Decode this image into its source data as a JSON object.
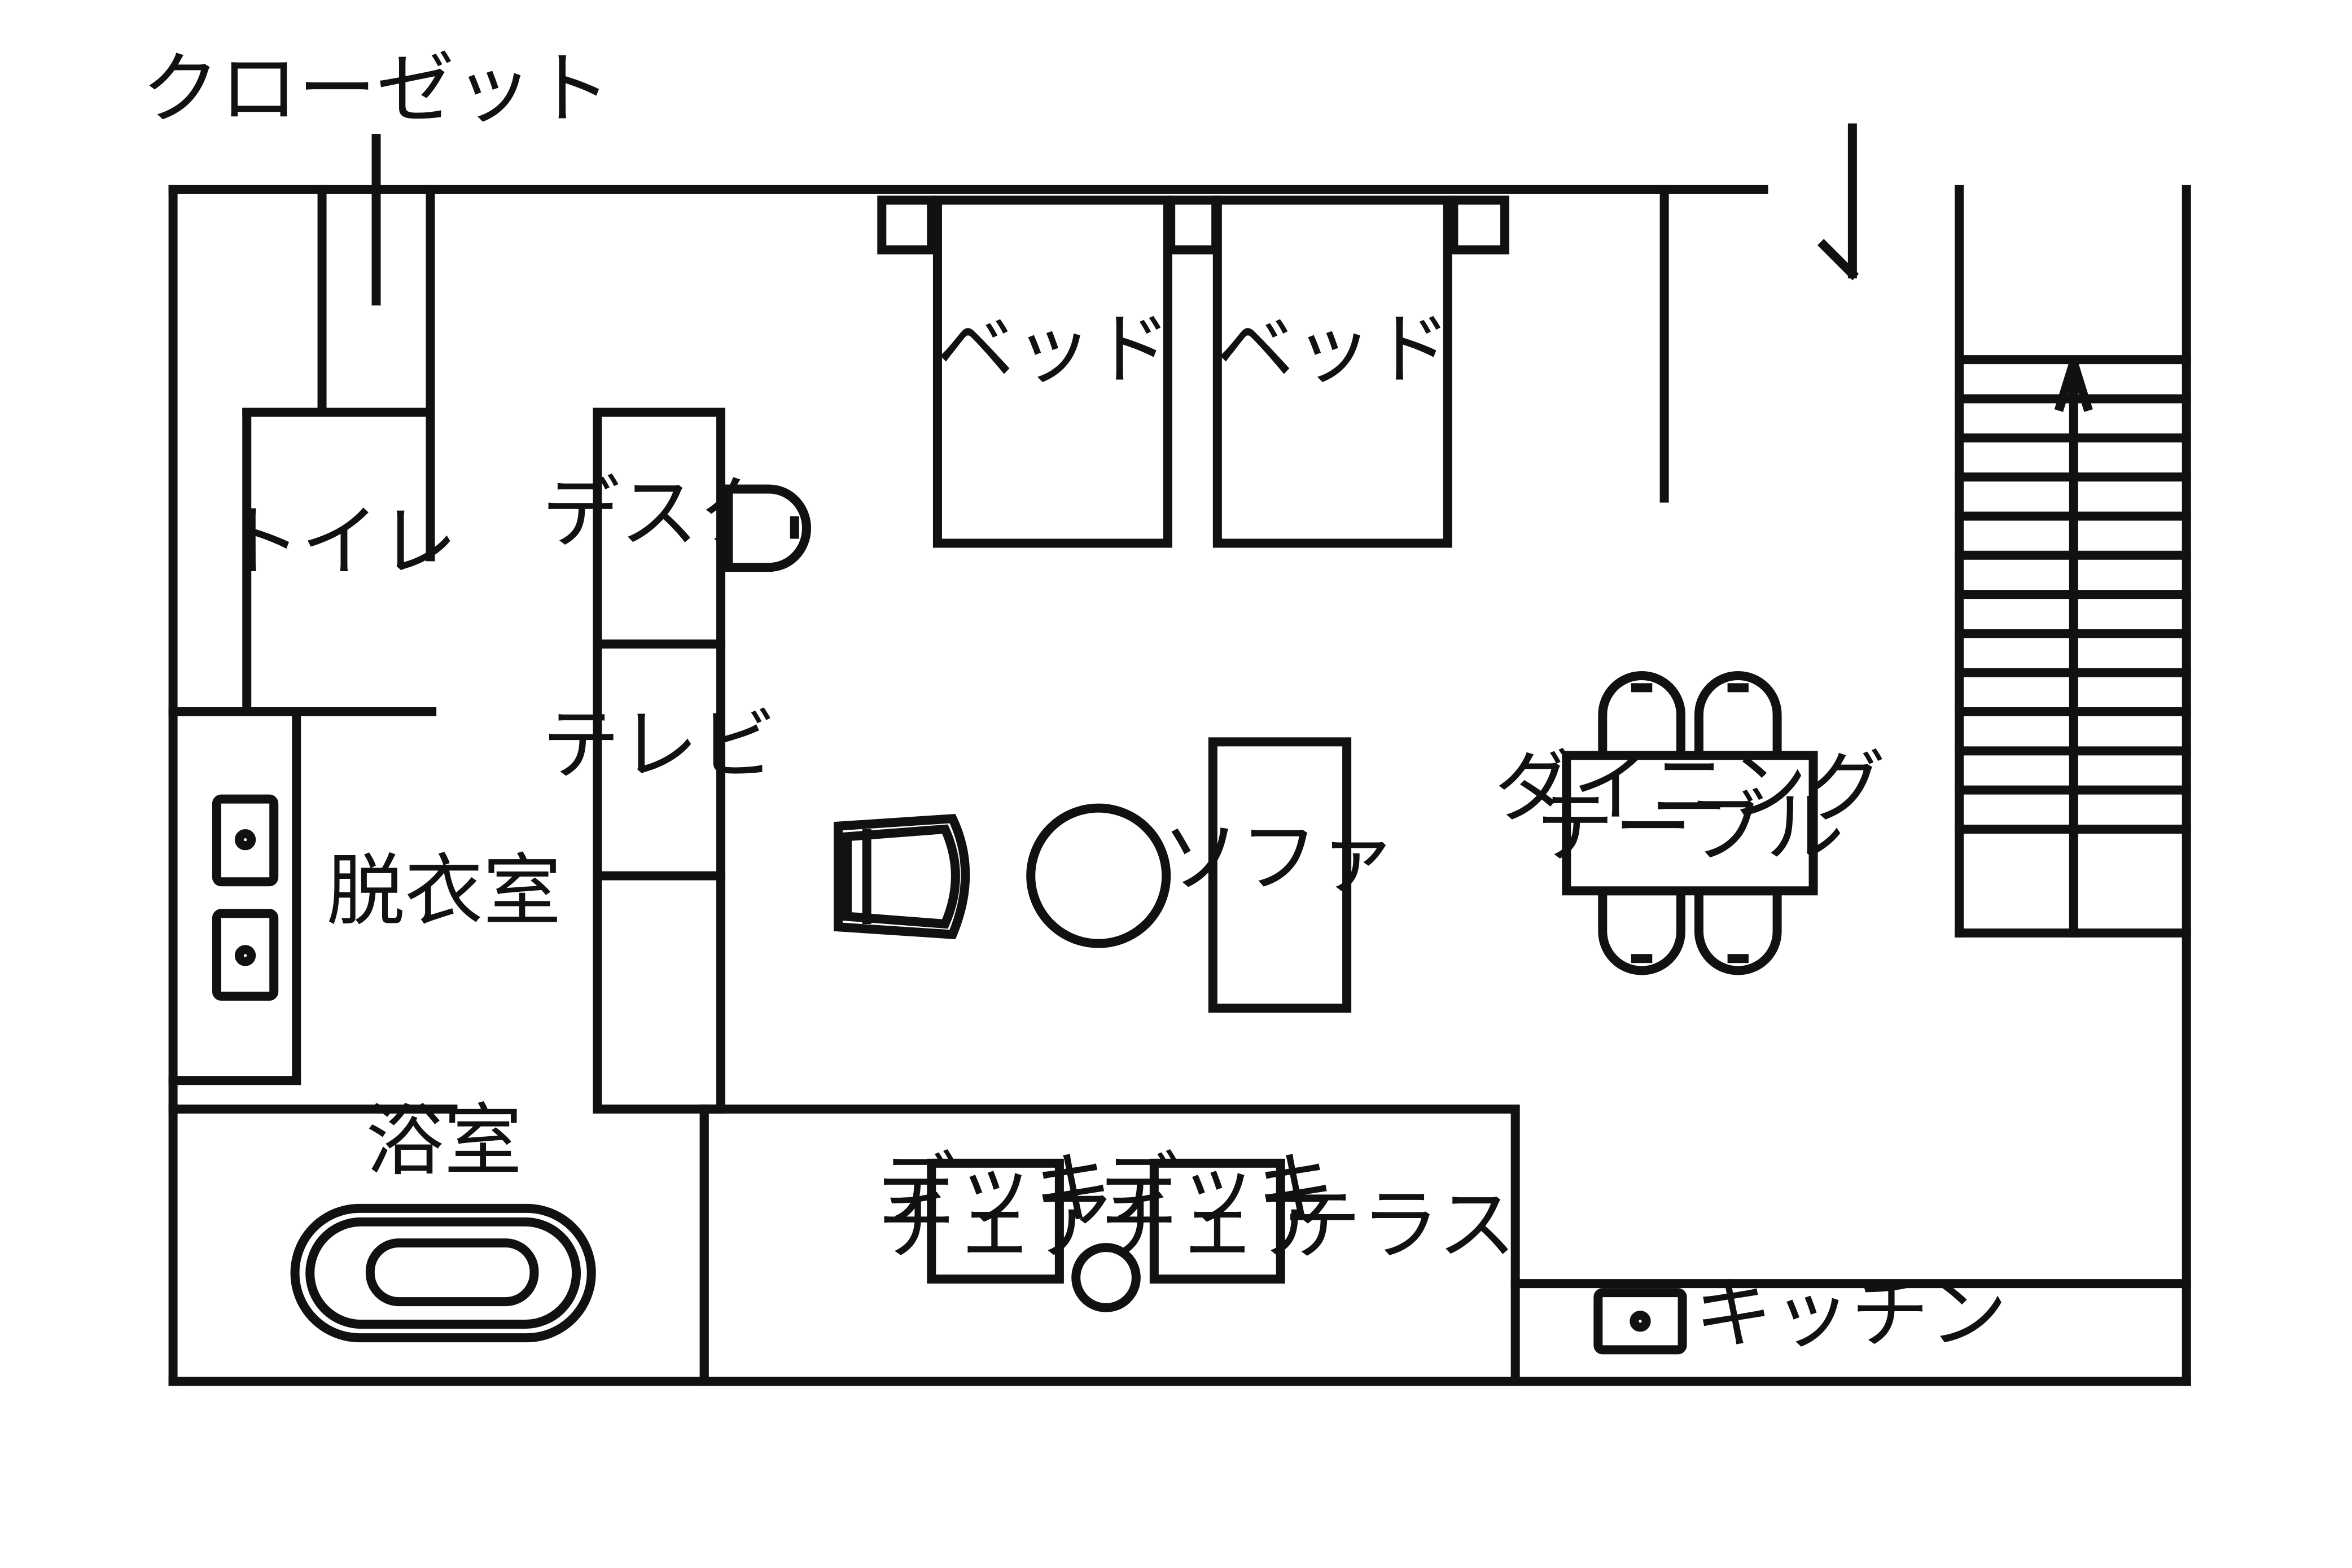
{
  "colors": {
    "line": "#111111",
    "background": "#ffffff"
  },
  "labels": {
    "closet": "クローゼット",
    "toilet": "トイレ",
    "desk": "デスク",
    "tv": "テレビ",
    "bed_left": "ベッド",
    "bed_right": "ベッド",
    "dressing": "脱衣室",
    "bath": "浴室",
    "sofa": "ソファ",
    "dining_1": "ダイニング",
    "dining_2": "テーブル",
    "deck_chair_left_1": "デッキ",
    "deck_chair_left_2": "チェア",
    "deck_chair_right_1": "デッキ",
    "deck_chair_right_2": "チェア",
    "terrace": "テラス",
    "kitchen": "キッチン"
  }
}
